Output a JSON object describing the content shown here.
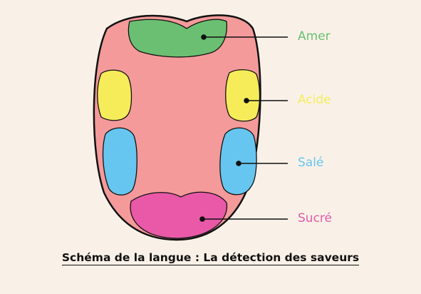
{
  "title": "Schéma de la langue : La détection des saveurs",
  "colors": {
    "background": "#f9f1e8",
    "tongue": "#f49a9a",
    "outline": "#111111"
  },
  "zones": [
    {
      "key": "amer",
      "label": "Amer",
      "color": "#6bbf72"
    },
    {
      "key": "acide",
      "label": "Acide",
      "color": "#f6ec5a"
    },
    {
      "key": "sale",
      "label": "Salé",
      "color": "#66c6ef"
    },
    {
      "key": "sucre",
      "label": "Sucré",
      "color": "#e959a8"
    }
  ]
}
